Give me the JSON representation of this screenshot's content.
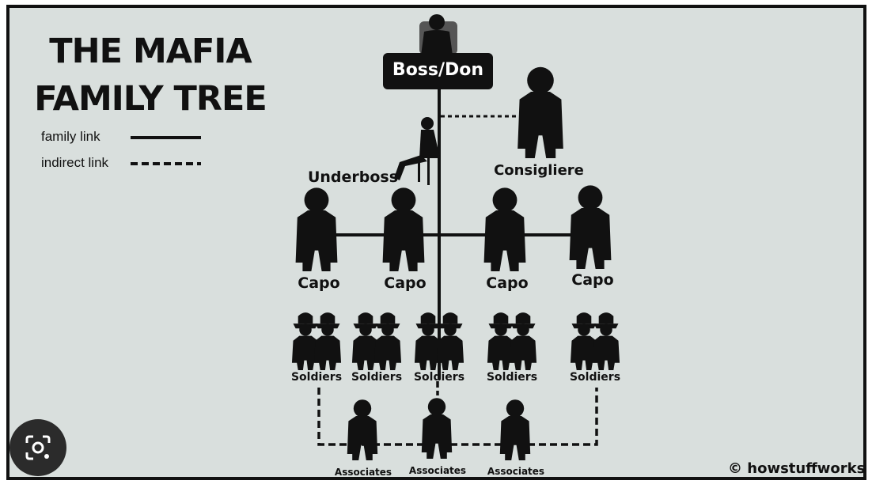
{
  "title": {
    "line1": "THE MAFIA",
    "line2": "FAMILY TREE"
  },
  "legend": {
    "family": {
      "label": "family link"
    },
    "indirect": {
      "label": "indirect link"
    }
  },
  "nodes": {
    "boss": "Boss/Don",
    "underboss": "Underboss",
    "consigliere": "Consigliere",
    "capos": [
      "Capo",
      "Capo",
      "Capo",
      "Capo"
    ],
    "soldiers": [
      "Soldiers",
      "Soldiers",
      "Soldiers",
      "Soldiers",
      "Soldiers"
    ],
    "associates": [
      "Associates",
      "Associates",
      "Associates"
    ]
  },
  "credit": "© howstuffworks",
  "colors": {
    "background": "#d9dfdd",
    "ink": "#111111",
    "frame": "#111111",
    "lens": "#2b2b2b"
  },
  "icons": {
    "lens": "visual-search-icon"
  }
}
